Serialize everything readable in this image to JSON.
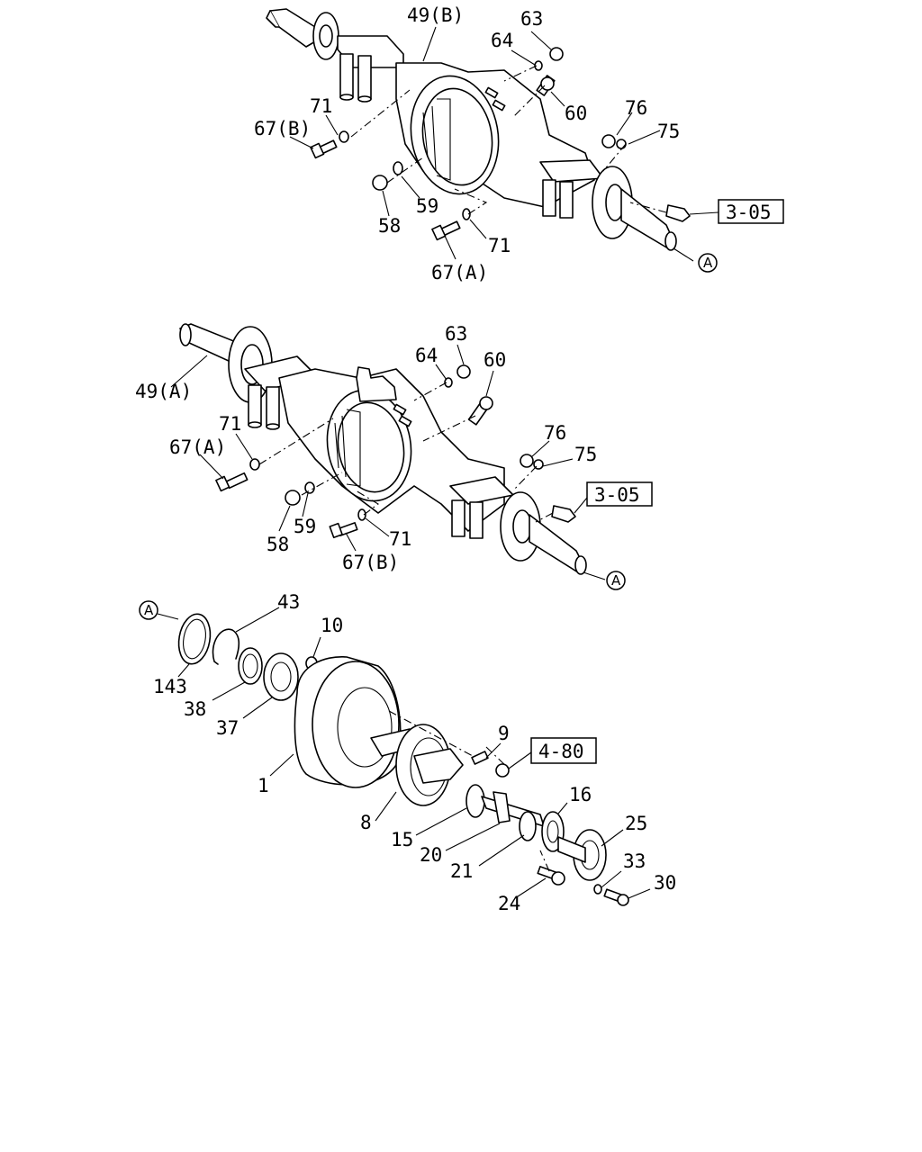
{
  "diagram": {
    "top_assembly": {
      "labels": [
        "49(B)",
        "63",
        "64",
        "60",
        "76",
        "75",
        "71",
        "67(B)",
        "58",
        "59",
        "71",
        "67(A)"
      ],
      "ref_box": "3-05",
      "circle_ref": "A"
    },
    "middle_assembly": {
      "labels": [
        "63",
        "64",
        "60",
        "49(A)",
        "71",
        "67(A)",
        "76",
        "75",
        "58",
        "59",
        "71",
        "67(B)"
      ],
      "ref_box": "3-05",
      "circle_ref": "A"
    },
    "hub_assembly": {
      "labels": [
        "43",
        "10",
        "143",
        "38",
        "37",
        "9",
        "1",
        "16",
        "8",
        "25",
        "15",
        "20",
        "33",
        "21",
        "30",
        "24"
      ],
      "ref_box": "4-80",
      "circle_ref": "A"
    }
  }
}
